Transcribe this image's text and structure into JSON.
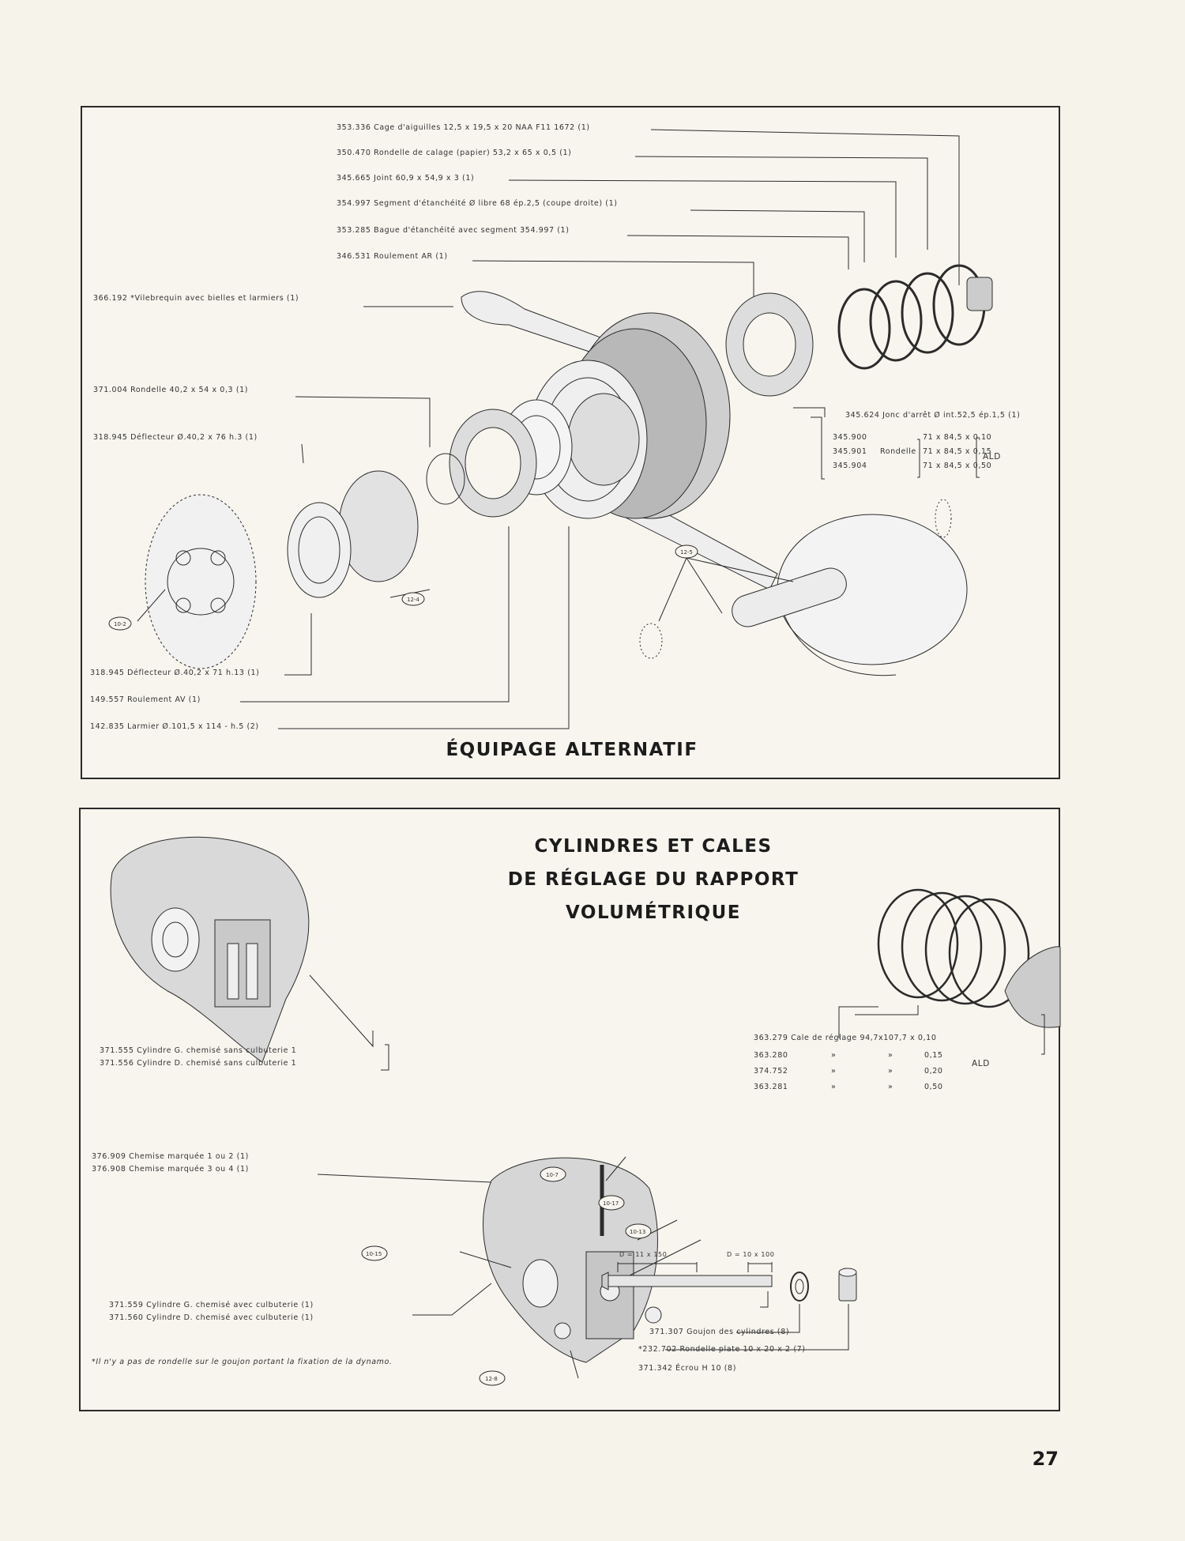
{
  "page_number": "27",
  "top_panel": {
    "title": "ÉQUIPAGE ALTERNATIF",
    "labels": [
      "353.336 Cage d'aiguilles 12,5 x 19,5 x 20 NAA F11 1672 (1)",
      "350.470 Rondelle de calage (papier) 53,2 x 65 x 0,5 (1)",
      "345.665 Joint 60,9 x 54,9 x 3 (1)",
      "354.997 Segment d'étanchéité Ø libre 68 ép.2,5 (coupe droite) (1)",
      "353.285 Bague d'étanchéité avec segment 354.997 (1)",
      "346.531 Roulement AR (1)",
      "366.192 *Vilebrequin avec bielles et larmiers (1)",
      "371.004 Rondelle 40,2 x 54 x 0,3 (1)",
      "318.945 Déflecteur Ø.40,2 x 76 h.3 (1)",
      "345.624 Jonc d'arrêt Ø int.52,5 ép.1,5 (1)"
    ],
    "rondelle_group": {
      "refs": [
        "345.900",
        "345.901",
        "345.904"
      ],
      "name": "Rondelle",
      "dims": [
        "71 x 84,5 x 0,10",
        "71 x 84,5 x 0,15",
        "71 x 84,5 x 0,50"
      ],
      "suffix": "ALD"
    },
    "bottom_labels": [
      "318.945 Déflecteur Ø.40,2 x 71 h.13 (1)",
      "149.557 Roulement AV (1)",
      "142.835 Larmier Ø.101,5 x 114 - h.5 (2)"
    ],
    "callouts": [
      "10-2",
      "12-4",
      "12-5"
    ]
  },
  "bottom_panel": {
    "title_lines": [
      "CYLINDRES ET CALES",
      "DE RÉGLAGE DU RAPPORT",
      "VOLUMÉTRIQUE"
    ],
    "cylinder_labels": [
      "371.555 Cylindre G. chemisé sans culbuterie 1",
      "371.556 Cylindre D. chemisé sans culbuterie 1"
    ],
    "cales": {
      "header": "363.279 Cale de réglage 94,7x107,7 x 0,10",
      "rows": [
        {
          "ref": "363.280",
          "c1": "»",
          "c2": "»",
          "val": "0,15"
        },
        {
          "ref": "374.752",
          "c1": "»",
          "c2": "»",
          "val": "0,20"
        },
        {
          "ref": "363.281",
          "c1": "»",
          "c2": "»",
          "val": "0,50"
        }
      ],
      "suffix": "ALD"
    },
    "chemise_labels": [
      "376.909 Chemise marquée 1 ou 2 (1)",
      "376.908 Chemise marquée 3 ou 4 (1)"
    ],
    "cyl_culb_labels": [
      "371.559 Cylindre G. chemisé avec culbuterie (1)",
      "371.560 Cylindre D. chemisé avec culbuterie (1)"
    ],
    "goujon_dims": [
      "D = 11 x 150",
      "D = 10 x 100"
    ],
    "fasteners": [
      "371.307 Goujon des cylindres (8)",
      "*232.702 Rondelle plate 10 x 20 x 2 (7)",
      "371.342 Écrou H 10 (8)"
    ],
    "footnote": "*Il n'y a pas de rondelle sur le goujon portant la fixation de la dynamo.",
    "callouts": [
      "10-7",
      "10-17",
      "10-13",
      "10-15",
      "12-8"
    ]
  }
}
